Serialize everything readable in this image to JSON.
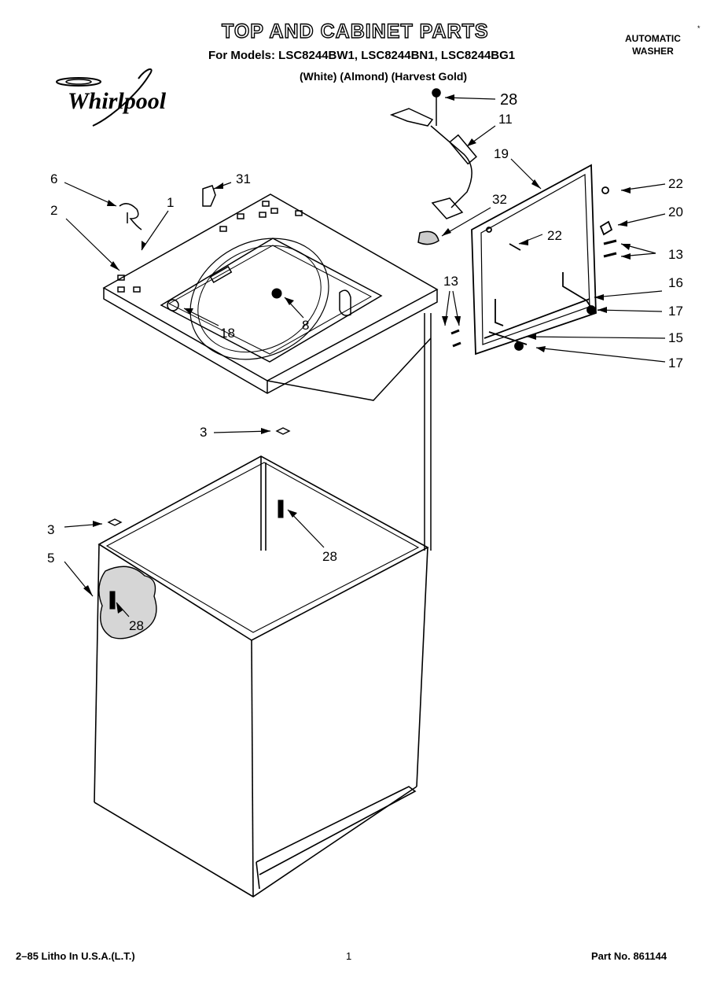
{
  "header": {
    "title": "TOP AND CABINET PARTS",
    "models": "For Models: LSC8244BW1, LSC8244BN1, LSC8244BG1",
    "colors": "(White)   (Almond)  (Harvest Gold)",
    "product_line1": "AUTOMATIC",
    "product_line2": "WASHER",
    "mark": "*",
    "brand": "Whirlpool"
  },
  "callouts": [
    {
      "id": "c6",
      "text": "6"
    },
    {
      "id": "c2",
      "text": "2"
    },
    {
      "id": "c1",
      "text": "1"
    },
    {
      "id": "c31",
      "text": "31"
    },
    {
      "id": "c28a",
      "text": "28"
    },
    {
      "id": "c11",
      "text": "11"
    },
    {
      "id": "c19",
      "text": "19"
    },
    {
      "id": "c32",
      "text": "32"
    },
    {
      "id": "c22a",
      "text": "22"
    },
    {
      "id": "c22b",
      "text": "22"
    },
    {
      "id": "c20",
      "text": "20"
    },
    {
      "id": "c13a",
      "text": "13"
    },
    {
      "id": "c16",
      "text": "16"
    },
    {
      "id": "c17a",
      "text": "17"
    },
    {
      "id": "c15",
      "text": "15"
    },
    {
      "id": "c17b",
      "text": "17"
    },
    {
      "id": "c13b",
      "text": "13"
    },
    {
      "id": "c8",
      "text": "8"
    },
    {
      "id": "c18",
      "text": "18"
    },
    {
      "id": "c3a",
      "text": "3"
    },
    {
      "id": "c28b",
      "text": "28"
    },
    {
      "id": "c3b",
      "text": "3"
    },
    {
      "id": "c5",
      "text": "5"
    },
    {
      "id": "c28c",
      "text": "28"
    }
  ],
  "footer": {
    "litho": "2–85 Litho In U.S.A.(L.T.)",
    "page": "1",
    "part_no": "Part No. 861144"
  }
}
